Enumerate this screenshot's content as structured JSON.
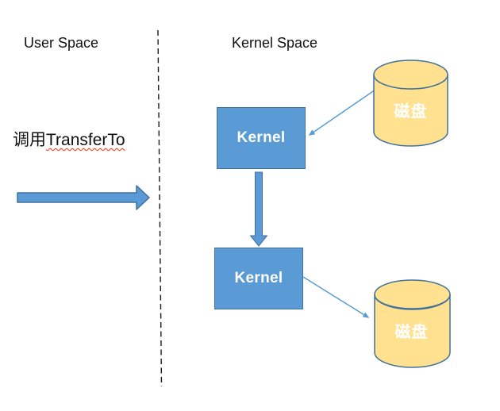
{
  "labels": {
    "user_space": "User Space",
    "kernel_space": "Kernel Space"
  },
  "call": {
    "prefix": "调用",
    "method": "TransferTo"
  },
  "boxes": {
    "kernel_top": {
      "label": "Kernel"
    },
    "kernel_bottom": {
      "label": "Kernel"
    }
  },
  "disks": {
    "top": {
      "label": "磁盘"
    },
    "bottom": {
      "label": "磁盘"
    }
  },
  "colors": {
    "shape_fill": "#5B9BD5",
    "shape_border": "#41719C",
    "disk_fill": "#FFE18F",
    "disk_border": "#41719C",
    "connector_line": "#5B9BD5",
    "shape_text": "#FFFFFF",
    "label_text": "#111111",
    "divider_line": "#1A1A1A",
    "spellcheck_underline": "#FF2D00"
  }
}
